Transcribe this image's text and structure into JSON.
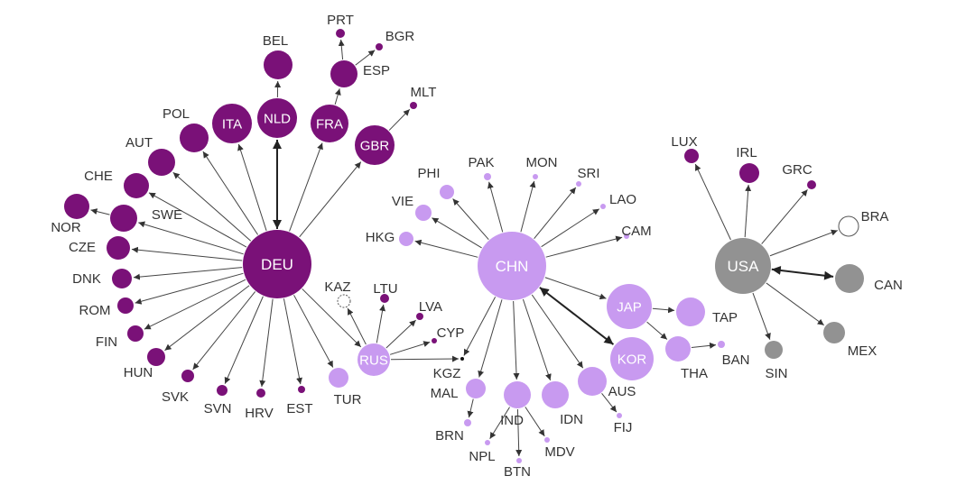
{
  "colors": {
    "dark": "#7a1178",
    "light": "#c89af0",
    "grey": "#929292",
    "edge": "#444444"
  },
  "hubs": [
    {
      "id": "DEU",
      "label": "DEU",
      "color": "dark"
    },
    {
      "id": "CHN",
      "label": "CHN",
      "color": "light"
    },
    {
      "id": "USA",
      "label": "USA",
      "color": "grey"
    }
  ],
  "nodes": [
    {
      "id": "ITA",
      "label": "ITA",
      "color": "dark",
      "inside": true
    },
    {
      "id": "NLD",
      "label": "NLD",
      "color": "dark",
      "inside": true
    },
    {
      "id": "FRA",
      "label": "FRA",
      "color": "dark",
      "inside": true
    },
    {
      "id": "GBR",
      "label": "GBR",
      "color": "dark",
      "inside": true
    },
    {
      "id": "BEL",
      "label": "BEL",
      "color": "dark"
    },
    {
      "id": "PRT",
      "label": "PRT",
      "color": "dark"
    },
    {
      "id": "BGR",
      "label": "BGR",
      "color": "dark"
    },
    {
      "id": "ESP",
      "label": "ESP",
      "color": "dark"
    },
    {
      "id": "MLT",
      "label": "MLT",
      "color": "dark"
    },
    {
      "id": "POL",
      "label": "POL",
      "color": "dark"
    },
    {
      "id": "AUT",
      "label": "AUT",
      "color": "dark"
    },
    {
      "id": "CHE",
      "label": "CHE",
      "color": "dark"
    },
    {
      "id": "NOR",
      "label": "NOR",
      "color": "dark"
    },
    {
      "id": "SWE",
      "label": "SWE",
      "color": "dark"
    },
    {
      "id": "CZE",
      "label": "CZE",
      "color": "dark"
    },
    {
      "id": "DNK",
      "label": "DNK",
      "color": "dark"
    },
    {
      "id": "ROM",
      "label": "ROM",
      "color": "dark"
    },
    {
      "id": "FIN",
      "label": "FIN",
      "color": "dark"
    },
    {
      "id": "HUN",
      "label": "HUN",
      "color": "dark"
    },
    {
      "id": "SVK",
      "label": "SVK",
      "color": "dark"
    },
    {
      "id": "SVN",
      "label": "SVN",
      "color": "dark"
    },
    {
      "id": "HRV",
      "label": "HRV",
      "color": "dark"
    },
    {
      "id": "EST",
      "label": "EST",
      "color": "dark"
    },
    {
      "id": "TUR",
      "label": "TUR",
      "color": "light"
    },
    {
      "id": "RUS",
      "label": "RUS",
      "color": "light",
      "inside": true
    },
    {
      "id": "KAZ",
      "label": "KAZ",
      "color": "none"
    },
    {
      "id": "LTU",
      "label": "LTU",
      "color": "dark"
    },
    {
      "id": "LVA",
      "label": "LVA",
      "color": "dark"
    },
    {
      "id": "CYP",
      "label": "CYP",
      "color": "dark"
    },
    {
      "id": "KGZ",
      "label": "KGZ",
      "color": "black"
    },
    {
      "id": "PHI",
      "label": "PHI",
      "color": "light"
    },
    {
      "id": "PAK",
      "label": "PAK",
      "color": "light"
    },
    {
      "id": "MON",
      "label": "MON",
      "color": "light"
    },
    {
      "id": "SRI",
      "label": "SRI",
      "color": "light"
    },
    {
      "id": "LAO",
      "label": "LAO",
      "color": "light"
    },
    {
      "id": "CAM",
      "label": "CAM",
      "color": "light"
    },
    {
      "id": "VIE",
      "label": "VIE",
      "color": "light"
    },
    {
      "id": "HKG",
      "label": "HKG",
      "color": "light"
    },
    {
      "id": "JAP",
      "label": "JAP",
      "color": "light",
      "inside": true
    },
    {
      "id": "TAP",
      "label": "TAP",
      "color": "light"
    },
    {
      "id": "KOR",
      "label": "KOR",
      "color": "light",
      "inside": true
    },
    {
      "id": "THA",
      "label": "THA",
      "color": "light"
    },
    {
      "id": "BAN",
      "label": "BAN",
      "color": "light"
    },
    {
      "id": "AUS",
      "label": "AUS",
      "color": "light"
    },
    {
      "id": "FIJ",
      "label": "FIJ",
      "color": "light"
    },
    {
      "id": "IDN",
      "label": "IDN",
      "color": "light"
    },
    {
      "id": "MDV",
      "label": "MDV",
      "color": "light"
    },
    {
      "id": "IND",
      "label": "IND",
      "color": "light"
    },
    {
      "id": "BTN",
      "label": "BTN",
      "color": "light"
    },
    {
      "id": "NPL",
      "label": "NPL",
      "color": "light"
    },
    {
      "id": "MAL",
      "label": "MAL",
      "color": "light"
    },
    {
      "id": "BRN",
      "label": "BRN",
      "color": "light"
    },
    {
      "id": "LUX",
      "label": "LUX",
      "color": "dark"
    },
    {
      "id": "IRL",
      "label": "IRL",
      "color": "dark"
    },
    {
      "id": "GRC",
      "label": "GRC",
      "color": "dark"
    },
    {
      "id": "BRA",
      "label": "BRA",
      "color": "none"
    },
    {
      "id": "CAN",
      "label": "CAN",
      "color": "grey"
    },
    {
      "id": "MEX",
      "label": "MEX",
      "color": "grey"
    },
    {
      "id": "SIN",
      "label": "SIN",
      "color": "grey"
    }
  ],
  "edges": [
    {
      "from": "DEU",
      "to": "NLD",
      "bidirectional": true
    },
    {
      "from": "DEU",
      "to": "ITA"
    },
    {
      "from": "DEU",
      "to": "FRA"
    },
    {
      "from": "DEU",
      "to": "GBR"
    },
    {
      "from": "DEU",
      "to": "POL"
    },
    {
      "from": "DEU",
      "to": "AUT"
    },
    {
      "from": "DEU",
      "to": "CHE"
    },
    {
      "from": "DEU",
      "to": "SWE"
    },
    {
      "from": "DEU",
      "to": "CZE"
    },
    {
      "from": "DEU",
      "to": "DNK"
    },
    {
      "from": "DEU",
      "to": "ROM"
    },
    {
      "from": "DEU",
      "to": "FIN"
    },
    {
      "from": "DEU",
      "to": "HUN"
    },
    {
      "from": "DEU",
      "to": "SVK"
    },
    {
      "from": "DEU",
      "to": "SVN"
    },
    {
      "from": "DEU",
      "to": "HRV"
    },
    {
      "from": "DEU",
      "to": "EST"
    },
    {
      "from": "DEU",
      "to": "TUR"
    },
    {
      "from": "DEU",
      "to": "RUS"
    },
    {
      "from": "NLD",
      "to": "BEL"
    },
    {
      "from": "FRA",
      "to": "ESP"
    },
    {
      "from": "ESP",
      "to": "PRT"
    },
    {
      "from": "ESP",
      "to": "BGR"
    },
    {
      "from": "GBR",
      "to": "MLT"
    },
    {
      "from": "SWE",
      "to": "NOR"
    },
    {
      "from": "RUS",
      "to": "KAZ"
    },
    {
      "from": "RUS",
      "to": "LTU"
    },
    {
      "from": "RUS",
      "to": "LVA"
    },
    {
      "from": "RUS",
      "to": "CYP"
    },
    {
      "from": "RUS",
      "to": "KGZ"
    },
    {
      "from": "CHN",
      "to": "KOR",
      "bidirectional": true
    },
    {
      "from": "CHN",
      "to": "PHI"
    },
    {
      "from": "CHN",
      "to": "PAK"
    },
    {
      "from": "CHN",
      "to": "MON"
    },
    {
      "from": "CHN",
      "to": "SRI"
    },
    {
      "from": "CHN",
      "to": "LAO"
    },
    {
      "from": "CHN",
      "to": "CAM"
    },
    {
      "from": "CHN",
      "to": "VIE"
    },
    {
      "from": "CHN",
      "to": "HKG"
    },
    {
      "from": "CHN",
      "to": "JAP"
    },
    {
      "from": "CHN",
      "to": "AUS"
    },
    {
      "from": "CHN",
      "to": "IDN"
    },
    {
      "from": "CHN",
      "to": "IND"
    },
    {
      "from": "CHN",
      "to": "MAL"
    },
    {
      "from": "CHN",
      "to": "KGZ"
    },
    {
      "from": "JAP",
      "to": "TAP"
    },
    {
      "from": "JAP",
      "to": "THA"
    },
    {
      "from": "THA",
      "to": "BAN"
    },
    {
      "from": "AUS",
      "to": "FIJ"
    },
    {
      "from": "IND",
      "to": "MDV"
    },
    {
      "from": "IND",
      "to": "BTN"
    },
    {
      "from": "IND",
      "to": "NPL"
    },
    {
      "from": "MAL",
      "to": "BRN"
    },
    {
      "from": "USA",
      "to": "CAN",
      "bidirectional": true
    },
    {
      "from": "USA",
      "to": "LUX"
    },
    {
      "from": "USA",
      "to": "IRL"
    },
    {
      "from": "USA",
      "to": "GRC"
    },
    {
      "from": "USA",
      "to": "BRA"
    },
    {
      "from": "USA",
      "to": "MEX"
    },
    {
      "from": "USA",
      "to": "SIN"
    }
  ]
}
